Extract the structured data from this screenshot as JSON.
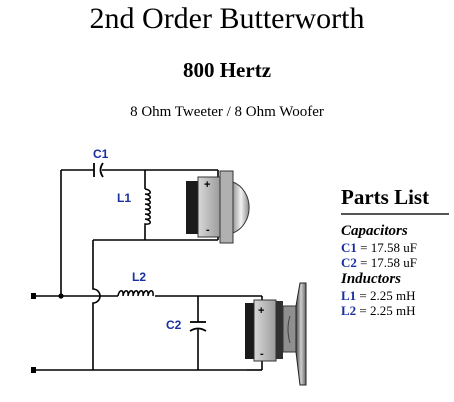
{
  "header": {
    "title": "2nd Order Butterworth",
    "frequency": "800 Hertz",
    "subtitle": "8 Ohm Tweeter / 8 Ohm Woofer"
  },
  "circuit": {
    "labels": {
      "c1": "C1",
      "l1": "L1",
      "l2": "L2",
      "c2": "C2"
    },
    "tweeter_terminal": {
      "plus": "+",
      "minus": "-"
    },
    "woofer_terminal": {
      "plus": "+",
      "minus": "-"
    }
  },
  "parts_list": {
    "title": "Parts List",
    "capacitors_title": "Capacitors",
    "capacitors": [
      {
        "name": "C1",
        "value": " = 17.58 uF"
      },
      {
        "name": "C2",
        "value": " = 17.58 uF"
      }
    ],
    "inductors_title": "Inductors",
    "inductors": [
      {
        "name": "L1",
        "value": " = 2.25 mH"
      },
      {
        "name": "L2",
        "value": " = 2.25 mH"
      }
    ]
  },
  "colors": {
    "label_blue": "#1a2fa0",
    "wire": "#000000"
  }
}
